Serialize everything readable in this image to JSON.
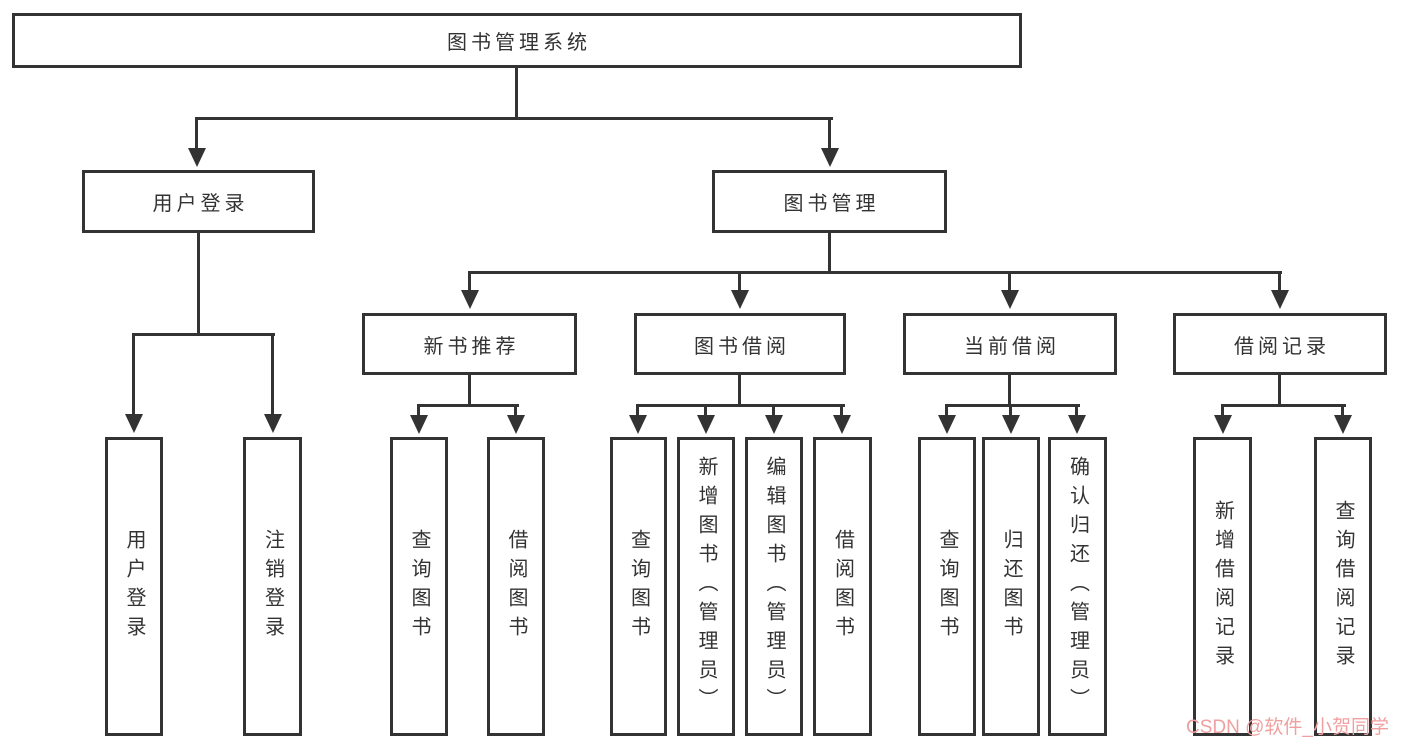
{
  "diagram": {
    "root": "图书管理系统",
    "level2": {
      "login": "用户登录",
      "management": "图书管理"
    },
    "login_children": [
      "用户登录",
      "注销登录"
    ],
    "groups": [
      {
        "title": "新书推荐",
        "children": [
          "查询图书",
          "借阅图书"
        ]
      },
      {
        "title": "图书借阅",
        "children": [
          "查询图书",
          "新增图书（管理员）",
          "编辑图书（管理员）",
          "借阅图书"
        ]
      },
      {
        "title": "当前借阅",
        "children": [
          "查询图书",
          "归还图书",
          "确认归还（管理员）"
        ]
      },
      {
        "title": "借阅记录",
        "children": [
          "新增借阅记录",
          "查询借阅记录"
        ]
      }
    ]
  },
  "watermark": {
    "text": "CSDN @软件_小贺同学",
    "color": "#f0a0a0"
  },
  "style": {
    "line_color": "#333333",
    "box_border_color": "#333333",
    "box_fill": "#ffffff",
    "background": "#ffffff",
    "text_color": "#333333"
  }
}
